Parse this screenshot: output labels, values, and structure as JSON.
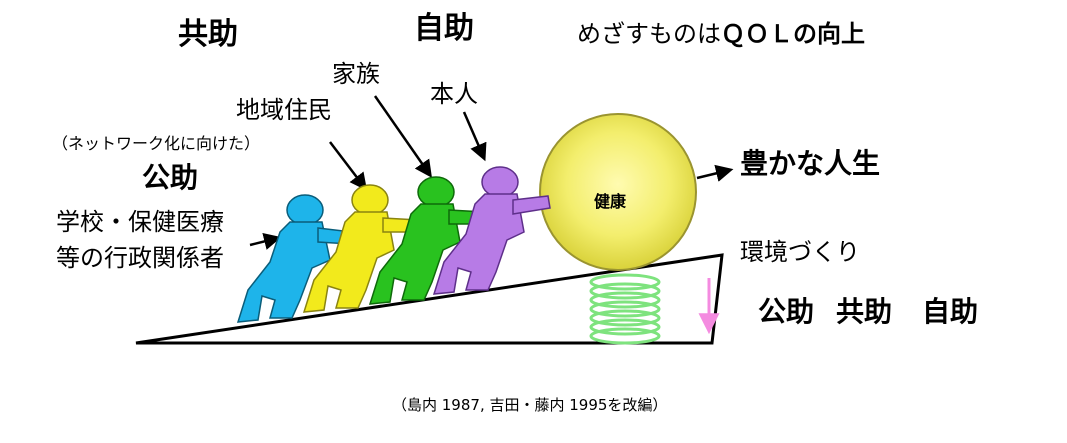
{
  "labels": {
    "kyojo_top": "共助",
    "jijo_top": "自助",
    "qol_prefix": "めざすものは",
    "qol_emph": "ＱＯＬ",
    "qol_suffix": "の向上",
    "kazoku": "家族",
    "honnin": "本人",
    "chiiki_jumin": "地域住民",
    "network_note": "（ネットワーク化に向けた）",
    "kojo_left": "公助",
    "school_line1": "学校・保健医療",
    "school_line2": "等の行政関係者",
    "kenko": "健康",
    "yutaka": "豊かな人生",
    "kankyo": "環境づくり",
    "bottom_kojo": "公助",
    "bottom_kyojo": "共助",
    "bottom_jijo": "自助",
    "citation": "（島内 1987, 吉田・藤内 1995を改編）"
  },
  "colors": {
    "figure_cyan": "#1eb4ea",
    "figure_yellow": "#f2ea1c",
    "figure_green": "#29c21f",
    "figure_purple": "#b77be6",
    "ball_fill": "#e9e45a",
    "ball_core": "#fffbb0",
    "spring": "#7ee37e",
    "down_arrow": "#f48be0"
  }
}
